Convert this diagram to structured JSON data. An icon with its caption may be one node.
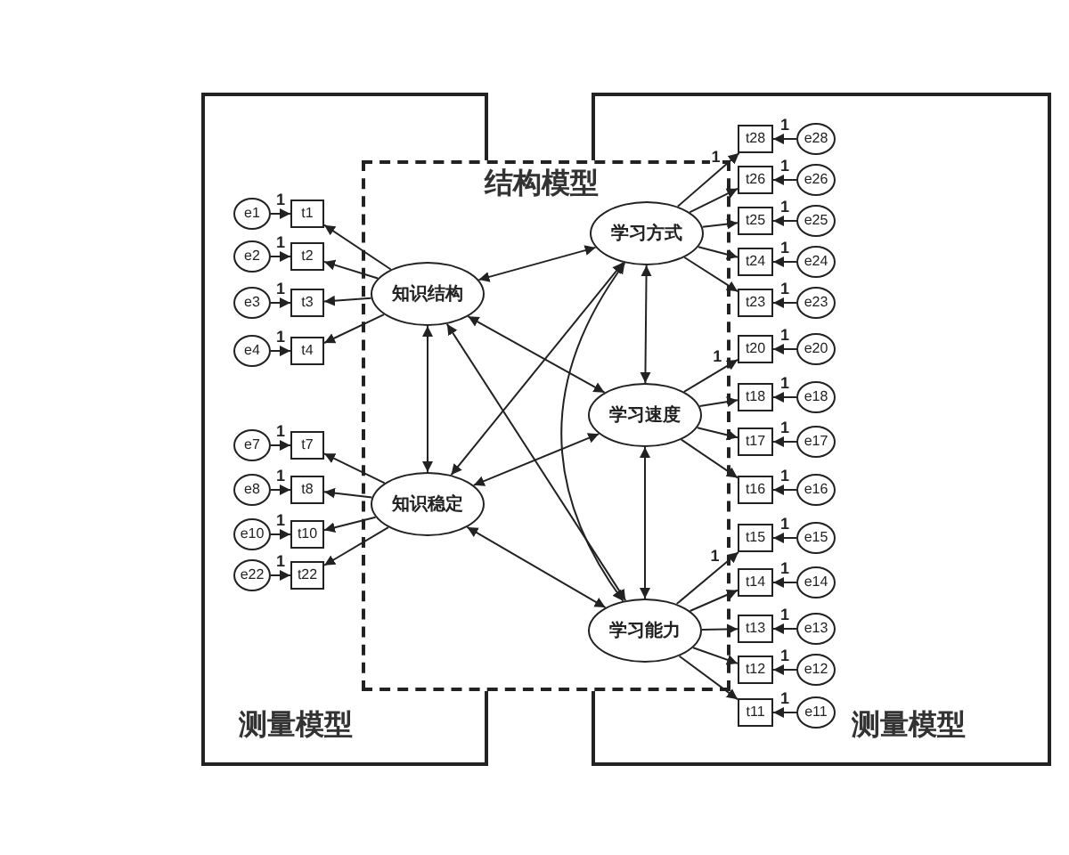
{
  "diagram": {
    "nodes": [
      {
        "text": [
          "测量模型"
        ]
      },
      {
        "text": [
          "结构模型"
        ]
      },
      {
        "text": [
          "测量模型"
        ]
      },
      {
        "text": [
          "知识结构"
        ],
        "in": 1
      },
      {
        "text": [
          "知识稳定"
        ],
        "in": 1
      },
      {
        "text": [
          "学习方式"
        ],
        "in": 1
      },
      {
        "text": [
          "学习速度"
        ],
        "in": 1
      },
      {
        "text": [
          "学习能力"
        ],
        "in": 1
      },
      {
        "text": [
          "e1"
        ],
        "in": 0
      },
      {
        "text": [
          "t1"
        ],
        "in": 0
      },
      {
        "text": [
          "e2"
        ],
        "in": 0
      },
      {
        "text": [
          "t2"
        ],
        "in": 0
      },
      {
        "text": [
          "e3"
        ],
        "in": 0
      },
      {
        "text": [
          "t3"
        ],
        "in": 0
      },
      {
        "text": [
          "e4"
        ],
        "in": 0
      },
      {
        "text": [
          "t4"
        ],
        "in": 0
      },
      {
        "text": [
          "e7"
        ],
        "in": 0
      },
      {
        "text": [
          "t7"
        ],
        "in": 0
      },
      {
        "text": [
          "e8"
        ],
        "in": 0
      },
      {
        "text": [
          "t8"
        ],
        "in": 0
      },
      {
        "text": [
          "e10"
        ],
        "in": 0
      },
      {
        "text": [
          "t10"
        ],
        "in": 0
      },
      {
        "text": [
          "e22"
        ],
        "in": 0
      },
      {
        "text": [
          "t22"
        ],
        "in": 0
      },
      {
        "text": [
          "t28"
        ],
        "in": 2
      },
      {
        "text": [
          "e28"
        ],
        "in": 2
      },
      {
        "text": [
          "t26"
        ],
        "in": 2
      },
      {
        "text": [
          "e26"
        ],
        "in": 2
      },
      {
        "text": [
          "t25"
        ],
        "in": 2
      },
      {
        "text": [
          "e25"
        ],
        "in": 2
      },
      {
        "text": [
          "t24"
        ],
        "in": 2
      },
      {
        "text": [
          "e24"
        ],
        "in": 2
      },
      {
        "text": [
          "t23"
        ],
        "in": 2
      },
      {
        "text": [
          "e23"
        ],
        "in": 2
      },
      {
        "text": [
          "t20"
        ],
        "in": 2
      },
      {
        "text": [
          "e20"
        ],
        "in": 2
      },
      {
        "text": [
          "t18"
        ],
        "in": 2
      },
      {
        "text": [
          "e18"
        ],
        "in": 2
      },
      {
        "text": [
          "t17"
        ],
        "in": 2
      },
      {
        "text": [
          "e17"
        ],
        "in": 2
      },
      {
        "text": [
          "t16"
        ],
        "in": 2
      },
      {
        "text": [
          "e16"
        ],
        "in": 2
      },
      {
        "text": [
          "t15"
        ],
        "in": 2
      },
      {
        "text": [
          "e15"
        ],
        "in": 2
      },
      {
        "text": [
          "t14"
        ],
        "in": 2
      },
      {
        "text": [
          "e14"
        ],
        "in": 2
      },
      {
        "text": [
          "t13"
        ],
        "in": 2
      },
      {
        "text": [
          "e13"
        ],
        "in": 2
      },
      {
        "text": [
          "t12"
        ],
        "in": 2
      },
      {
        "text": [
          "e12"
        ],
        "in": 2
      },
      {
        "text": [
          "t11"
        ],
        "in": 2
      },
      {
        "text": [
          "e11"
        ],
        "in": 2
      }
    ],
    "edges": [
      {
        "from": 3,
        "to": 5,
        "arrow": "both"
      },
      {
        "from": 3,
        "to": 4,
        "arrow": "both"
      },
      {
        "from": 3,
        "to": 6,
        "arrow": "both"
      },
      {
        "from": 3,
        "to": 7,
        "arrow": "both"
      },
      {
        "from": 4,
        "to": 5,
        "arrow": "both"
      },
      {
        "from": 4,
        "to": 6,
        "arrow": "both"
      },
      {
        "from": 4,
        "to": 7,
        "arrow": "both"
      },
      {
        "from": 5,
        "to": 6,
        "arrow": "both"
      },
      {
        "from": 5,
        "to": 7,
        "arrow": "both"
      },
      {
        "from": 6,
        "to": 7,
        "arrow": "both"
      },
      {
        "from": 8,
        "to": 9,
        "arrow": "to",
        "label": "1"
      },
      {
        "from": 3,
        "to": 9,
        "arrow": "to"
      },
      {
        "from": 10,
        "to": 11,
        "arrow": "to",
        "label": "1"
      },
      {
        "from": 3,
        "to": 11,
        "arrow": "to"
      },
      {
        "from": 12,
        "to": 13,
        "arrow": "to",
        "label": "1"
      },
      {
        "from": 3,
        "to": 13,
        "arrow": "to"
      },
      {
        "from": 14,
        "to": 15,
        "arrow": "to",
        "label": "1"
      },
      {
        "from": 3,
        "to": 15,
        "arrow": "to"
      },
      {
        "from": 16,
        "to": 17,
        "arrow": "to",
        "label": "1"
      },
      {
        "from": 4,
        "to": 17,
        "arrow": "to"
      },
      {
        "from": 18,
        "to": 19,
        "arrow": "to",
        "label": "1"
      },
      {
        "from": 4,
        "to": 19,
        "arrow": "to"
      },
      {
        "from": 20,
        "to": 21,
        "arrow": "to",
        "label": "1"
      },
      {
        "from": 4,
        "to": 21,
        "arrow": "to"
      },
      {
        "from": 22,
        "to": 23,
        "arrow": "to",
        "label": "1"
      },
      {
        "from": 4,
        "to": 23,
        "arrow": "to"
      },
      {
        "from": 25,
        "to": 24,
        "arrow": "to",
        "label": "1"
      },
      {
        "from": 5,
        "to": 24,
        "arrow": "to",
        "label": "1"
      },
      {
        "from": 27,
        "to": 26,
        "arrow": "to",
        "label": "1"
      },
      {
        "from": 5,
        "to": 26,
        "arrow": "to"
      },
      {
        "from": 29,
        "to": 28,
        "arrow": "to",
        "label": "1"
      },
      {
        "from": 5,
        "to": 28,
        "arrow": "to"
      },
      {
        "from": 31,
        "to": 30,
        "arrow": "to",
        "label": "1"
      },
      {
        "from": 5,
        "to": 30,
        "arrow": "to"
      },
      {
        "from": 33,
        "to": 32,
        "arrow": "to",
        "label": "1"
      },
      {
        "from": 5,
        "to": 32,
        "arrow": "to"
      },
      {
        "from": 35,
        "to": 34,
        "arrow": "to",
        "label": "1"
      },
      {
        "from": 6,
        "to": 34,
        "arrow": "to",
        "label": "1"
      },
      {
        "from": 37,
        "to": 36,
        "arrow": "to",
        "label": "1"
      },
      {
        "from": 6,
        "to": 36,
        "arrow": "to"
      },
      {
        "from": 39,
        "to": 38,
        "arrow": "to",
        "label": "1"
      },
      {
        "from": 6,
        "to": 38,
        "arrow": "to"
      },
      {
        "from": 41,
        "to": 40,
        "arrow": "to",
        "label": "1"
      },
      {
        "from": 6,
        "to": 40,
        "arrow": "to"
      },
      {
        "from": 43,
        "to": 42,
        "arrow": "to",
        "label": "1"
      },
      {
        "from": 7,
        "to": 42,
        "arrow": "to",
        "label": "1"
      },
      {
        "from": 45,
        "to": 44,
        "arrow": "to",
        "label": "1"
      },
      {
        "from": 7,
        "to": 44,
        "arrow": "to"
      },
      {
        "from": 47,
        "to": 46,
        "arrow": "to",
        "label": "1"
      },
      {
        "from": 7,
        "to": 46,
        "arrow": "to"
      },
      {
        "from": 49,
        "to": 48,
        "arrow": "to",
        "label": "1"
      },
      {
        "from": 7,
        "to": 48,
        "arrow": "to"
      },
      {
        "from": 51,
        "to": 50,
        "arrow": "to",
        "label": "1"
      },
      {
        "from": 7,
        "to": 50,
        "arrow": "to"
      }
    ]
  }
}
